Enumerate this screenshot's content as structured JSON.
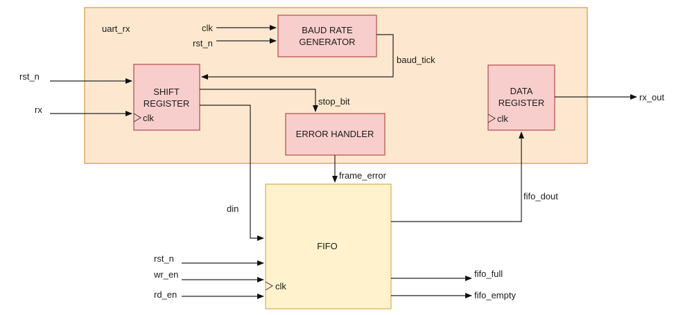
{
  "container": {
    "label": "uart_rx",
    "fill": "#fde8cf",
    "stroke": "#d6a23c"
  },
  "blocks": {
    "baud": {
      "line1": "BAUD RATE",
      "line2": "GENERATOR"
    },
    "shift": {
      "line1": "SHIFT",
      "line2": "REGISTER",
      "clk": "clk"
    },
    "error": {
      "line1": "ERROR HANDLER"
    },
    "data": {
      "line1": "DATA",
      "line2": "REGISTER",
      "clk": "clk"
    },
    "fifo": {
      "line1": "FIFO",
      "clk": "clk"
    }
  },
  "signals": {
    "baud_clk": "clk",
    "baud_rst": "rst_n",
    "baud_tick": "baud_tick",
    "shift_rst": "rst_n",
    "shift_rx": "rx",
    "stop_bit": "stop_bit",
    "frame_error": "frame_error",
    "din": "din",
    "rx_out": "rx_out",
    "fifo_dout": "fifo_dout",
    "fifo_rst": "rst_n",
    "fifo_wr": "wr_en",
    "fifo_rd": "rd_en",
    "fifo_full": "fifo_full",
    "fifo_empty": "fifo_empty"
  },
  "colors": {
    "red_block_fill": "#f8cecc",
    "red_block_stroke": "#b85450",
    "fifo_fill": "#fff2cc",
    "fifo_stroke": "#d6b656"
  }
}
